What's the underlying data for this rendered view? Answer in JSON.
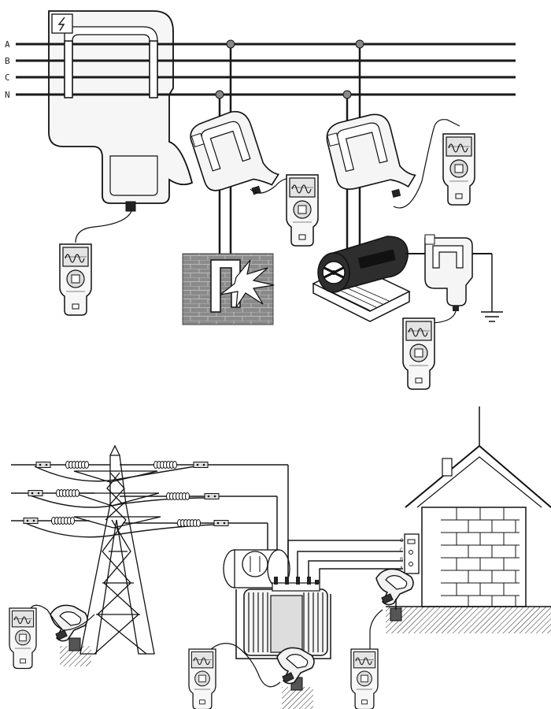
{
  "top_panel": {
    "line_labels": [
      "A",
      "B",
      "C",
      "N"
    ]
  },
  "bottom_panel": {
    "box_labels": [
      "O",
      "C",
      "B",
      "A"
    ]
  },
  "colors": {
    "line": "#1a1a1a",
    "device_fill": "#f5f5f5",
    "screen_fill": "#e6e6e6",
    "brick_wall": "#8a8a8a",
    "motor_dark": "#333333"
  },
  "icon_names": [
    "clamp-meter-icon",
    "handheld-analyzer-icon",
    "transmission-tower-icon",
    "transformer-icon",
    "house-icon",
    "ground-symbol-icon",
    "motor-icon",
    "brick-wall-icon",
    "spark-icon",
    "insulator-icon"
  ]
}
